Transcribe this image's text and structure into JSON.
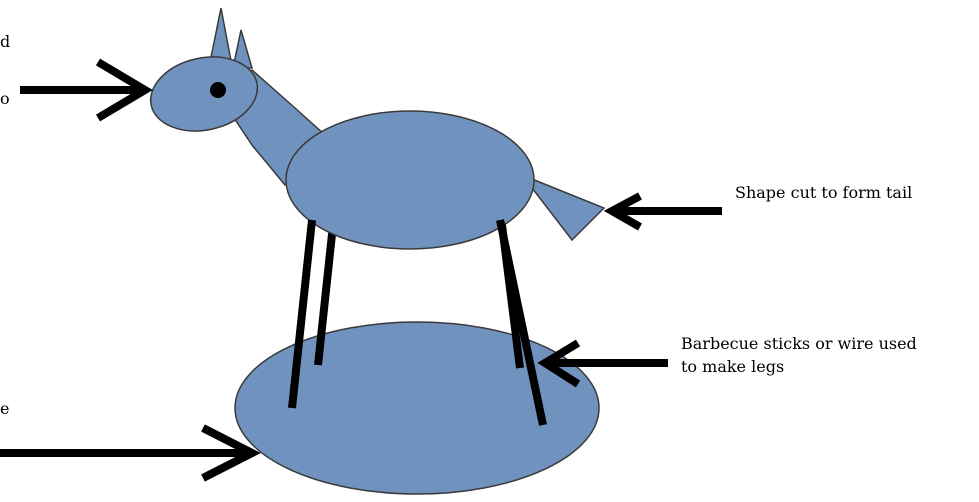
{
  "labels": {
    "head_line1": "d",
    "head_line2": "o",
    "tail": "Shape cut to form tail",
    "legs_line1": "Barbecue sticks or wire used",
    "legs_line2": "to make legs",
    "base": "e"
  },
  "colors": {
    "shape_fill": "#7092be",
    "outline": "#3a3a3a",
    "arrow": "#000000"
  }
}
